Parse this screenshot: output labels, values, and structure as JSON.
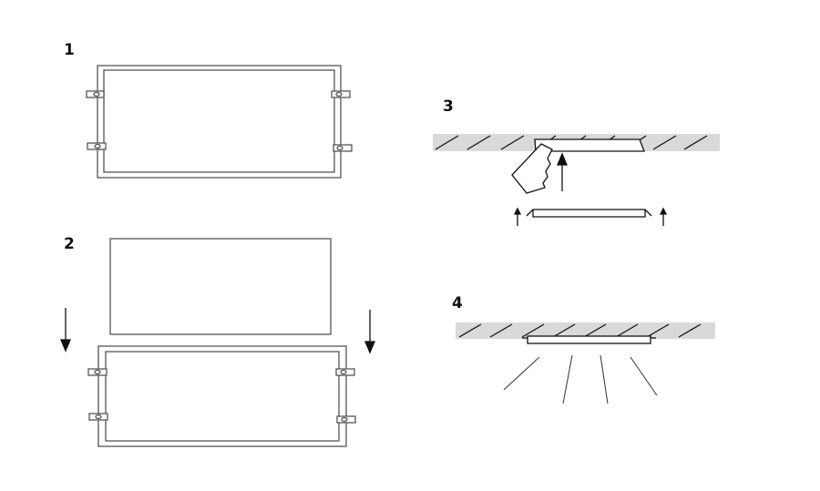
{
  "steps": [
    {
      "label": "1"
    },
    {
      "label": "2"
    },
    {
      "label": "3"
    },
    {
      "label": "4"
    }
  ],
  "colors": {
    "line": "#555555",
    "ceiling": "#d9d9d9",
    "ink": "#111111"
  }
}
